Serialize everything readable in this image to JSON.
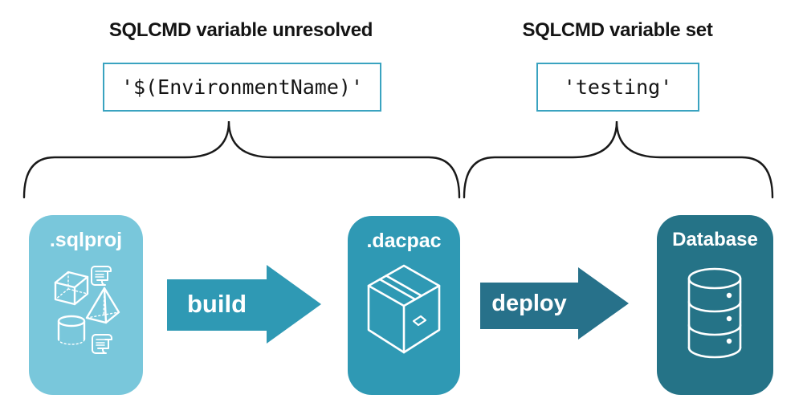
{
  "annotations": {
    "unresolved": {
      "title": "SQLCMD variable unresolved",
      "code": "'$(EnvironmentName)'"
    },
    "set": {
      "title": "SQLCMD variable set",
      "code": "'testing'"
    }
  },
  "pipeline": {
    "nodes": [
      {
        "id": "sqlproj",
        "label": ".sqlproj",
        "color": "#79c7db",
        "icons": [
          "script-icon",
          "cube-icon",
          "pyramid-icon",
          "cylinder-icon",
          "script-icon"
        ]
      },
      {
        "id": "dacpac",
        "label": ".dacpac",
        "color": "#2f99b4",
        "icons": [
          "package-box-icon"
        ]
      },
      {
        "id": "database",
        "label": "Database",
        "color": "#257387",
        "icons": [
          "database-stack-icon"
        ]
      }
    ],
    "arrows": [
      {
        "label": "build",
        "color": "#2f99b4"
      },
      {
        "label": "deploy",
        "color": "#27718a"
      }
    ]
  },
  "colors": {
    "background": "#ffffff",
    "text": "#141414",
    "code_border": "#3aa3c0",
    "brace_stroke": "#1a1a1a",
    "node_light": "#79c7db",
    "node_mid": "#2f99b4",
    "node_dark": "#257387",
    "arrow_deploy": "#27718a",
    "icon_stroke": "#ffffff"
  }
}
